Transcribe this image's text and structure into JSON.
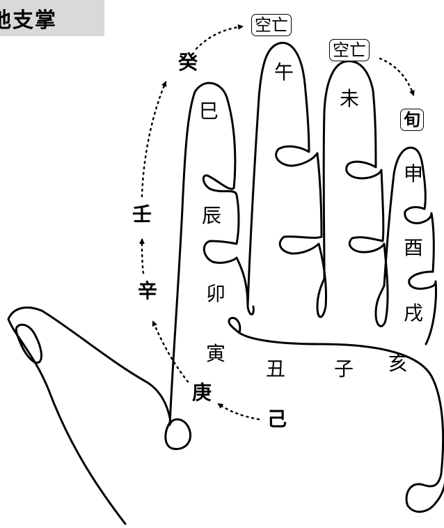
{
  "title": "地支掌",
  "branches": {
    "si": "巳",
    "wu": "午",
    "wei": "未",
    "shen": "申",
    "chen": "辰",
    "you": "酉",
    "mao": "卯",
    "xu": "戌",
    "yin": "寅",
    "chou": "丑",
    "zi": "子",
    "hai": "亥"
  },
  "stems": {
    "ji": "己",
    "geng": "庚",
    "xin": "辛",
    "ren": "壬",
    "gui": "癸"
  },
  "tags": {
    "empty_1": "空亡",
    "empty_2": "空亡",
    "xun": "旬"
  }
}
